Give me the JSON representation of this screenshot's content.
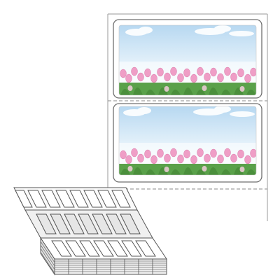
{
  "product": {
    "subject": "fanfold-label-roll",
    "label_design": "sky-and-tulips",
    "labels_on_liner": 2,
    "sky_color": "#bcdcf2",
    "tulip_color": "#ef9ec6",
    "leaf_color": "#5aa14a",
    "liner_color": "#ffffff",
    "outline_color": "#8a8a8a"
  }
}
